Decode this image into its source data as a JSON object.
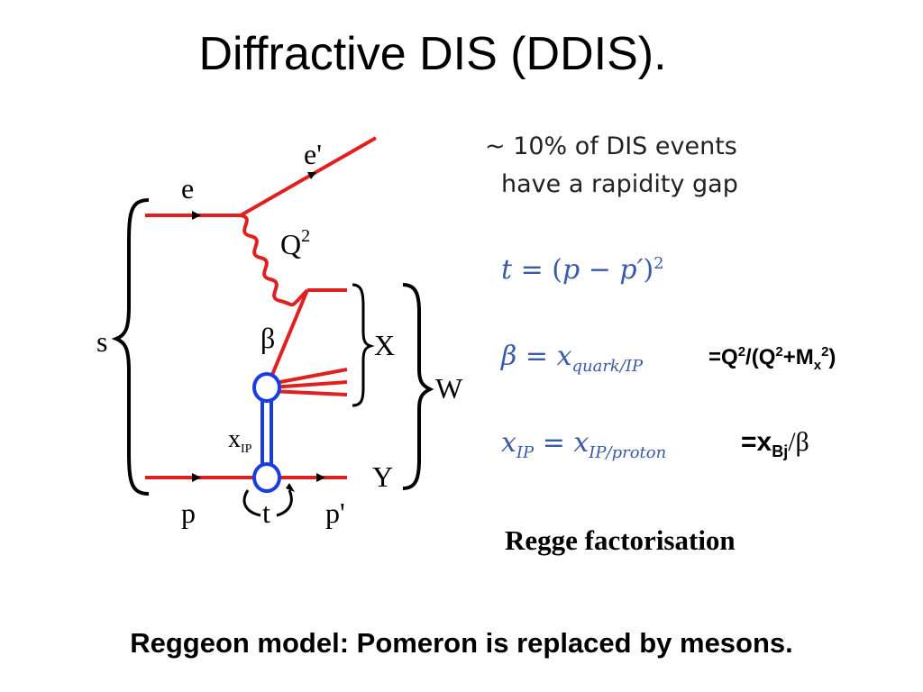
{
  "title": "Diffractive DIS (DDIS).",
  "note": {
    "line1": "~ 10% of DIS events",
    "line2": "have a rapidity gap"
  },
  "diagram": {
    "labels": {
      "e": "e",
      "e_prime": "e'",
      "Q": "Q",
      "Q_sup": "2",
      "beta": "β",
      "X": "X",
      "W": "W",
      "s": "s",
      "x": "x",
      "x_sub": "IP",
      "Y": "Y",
      "p": "p",
      "t": "t",
      "p_prime": "p'"
    },
    "colors": {
      "fermion": "#e02020",
      "pomeron": "#1a3de0",
      "brace": "#000000"
    }
  },
  "equations": {
    "t": {
      "lhs": "t",
      "op": " = (",
      "p": "p",
      "minus": " − ",
      "pp": "p′",
      "close": ")",
      "sup": "2"
    },
    "beta": {
      "lhs": "β",
      "op": " = ",
      "x": "x",
      "sub": "quark/IP"
    },
    "xip": {
      "x": "x",
      "sub": "IP",
      "op": " = ",
      "x2": "x",
      "sub2": "IP/proton"
    }
  },
  "rhs": {
    "beta": {
      "a": "=Q",
      "s1": "2",
      "b": "/(Q",
      "s2": "2",
      "c": "+M",
      "sub": "x",
      "s3": "2",
      "d": ")"
    },
    "xip": {
      "a": "=x",
      "sub": "Bj",
      "b": "/β"
    }
  },
  "regge": "Regge factorisation",
  "footer": "Reggeon model: Pomeron is replaced by mesons."
}
